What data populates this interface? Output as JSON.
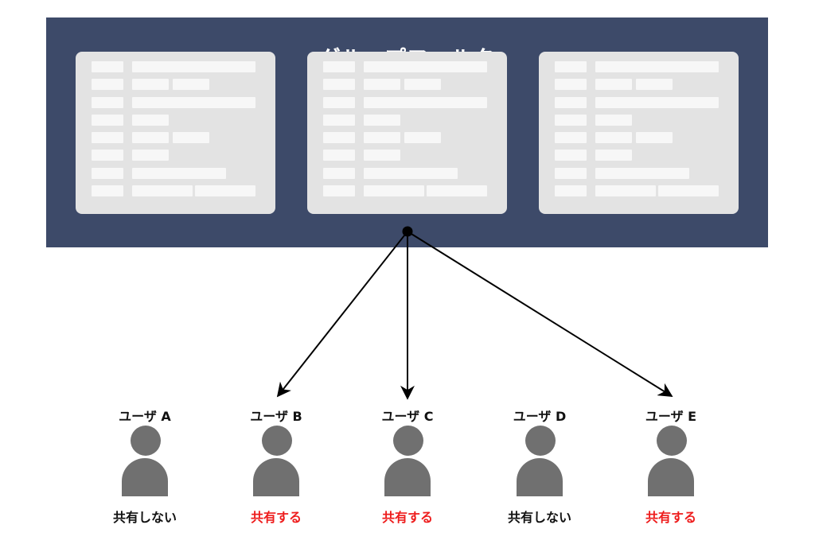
{
  "panel": {
    "title": "グループフィルタ",
    "bg_color": "#3d4a69"
  },
  "cards": [
    {
      "id": "card-1"
    },
    {
      "id": "card-2"
    },
    {
      "id": "card-3"
    }
  ],
  "users": [
    {
      "name": "ユーザ A",
      "status": "共有しない",
      "shared": false
    },
    {
      "name": "ユーザ B",
      "status": "共有する",
      "shared": true
    },
    {
      "name": "ユーザ C",
      "status": "共有する",
      "shared": true
    },
    {
      "name": "ユーザ D",
      "status": "共有しない",
      "shared": false
    },
    {
      "name": "ユーザ E",
      "status": "共有する",
      "shared": true
    }
  ],
  "colors": {
    "shared": "#ee1c1c",
    "not_shared": "#111111",
    "person": "#707070"
  }
}
